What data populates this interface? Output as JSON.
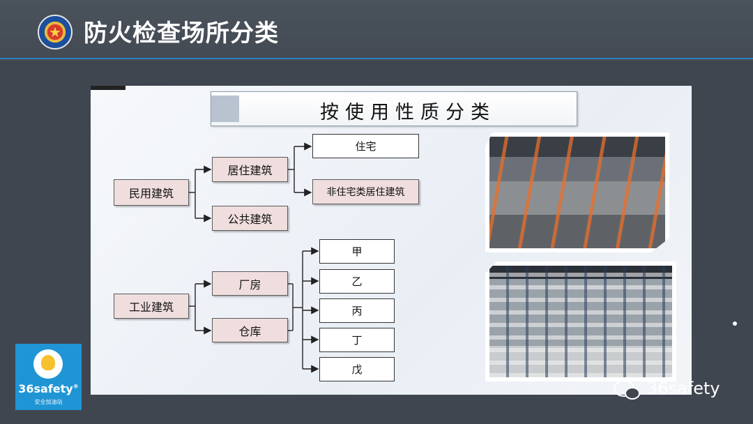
{
  "header": {
    "title": "防火检查场所分类"
  },
  "panel": {
    "heading": "按使用性质分类",
    "tree": {
      "civil": "民用建筑",
      "residential": "居住建筑",
      "public": "公共建筑",
      "housing": "住宅",
      "non_housing_residential": "非住宅类居住建筑",
      "industrial": "工业建筑",
      "factory": "厂房",
      "warehouse": "仓库",
      "classes": [
        "甲",
        "乙",
        "丙",
        "丁",
        "戊"
      ]
    }
  },
  "logo": {
    "name": "36safety",
    "registered": "®",
    "subtitle": "安全加油站"
  },
  "watermark": {
    "text": "36safety"
  },
  "icons": {
    "emblem": "fire-rescue-emblem-icon",
    "wechat": "wechat-icon",
    "logo": "lightbulb-head-icon"
  },
  "colors": {
    "accent_line": "#2f7fc0",
    "node_fill": "#f0dede",
    "logo_bg": "#1f95d6"
  }
}
